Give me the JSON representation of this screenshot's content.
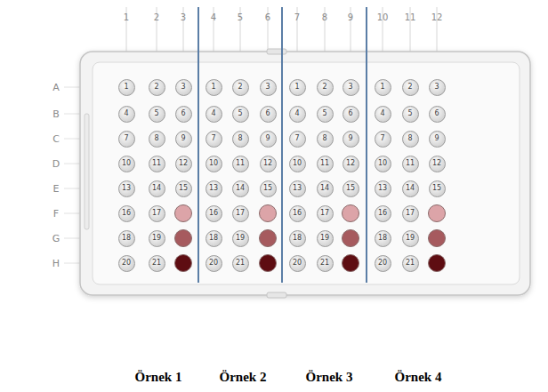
{
  "diagram": {
    "nodes": [
      {
        "text": [
          "1"
        ]
      },
      {
        "text": [
          "2"
        ]
      },
      {
        "text": [
          "3"
        ]
      },
      {
        "text": [
          "1"
        ]
      },
      {
        "text": [
          "2"
        ]
      },
      {
        "text": [
          "3"
        ]
      },
      {
        "text": [
          "1"
        ]
      },
      {
        "text": [
          "2"
        ]
      },
      {
        "text": [
          "3"
        ]
      },
      {
        "text": [
          "1"
        ]
      },
      {
        "text": [
          "2"
        ]
      },
      {
        "text": [
          "3"
        ]
      },
      {
        "text": [
          "4"
        ]
      },
      {
        "text": [
          "5"
        ]
      },
      {
        "text": [
          "6"
        ]
      },
      {
        "text": [
          "4"
        ]
      },
      {
        "text": [
          "5"
        ]
      },
      {
        "text": [
          "6"
        ]
      },
      {
        "text": [
          "4"
        ]
      },
      {
        "text": [
          "5"
        ]
      },
      {
        "text": [
          "6"
        ]
      },
      {
        "text": [
          "4"
        ]
      },
      {
        "text": [
          "5"
        ]
      },
      {
        "text": [
          "6"
        ]
      },
      {
        "text": [
          "7"
        ]
      },
      {
        "text": [
          "8"
        ]
      },
      {
        "text": [
          "9"
        ]
      },
      {
        "text": [
          "7"
        ]
      },
      {
        "text": [
          "8"
        ]
      },
      {
        "text": [
          "9"
        ]
      },
      {
        "text": [
          "7"
        ]
      },
      {
        "text": [
          "8"
        ]
      },
      {
        "text": [
          "9"
        ]
      },
      {
        "text": [
          "7"
        ]
      },
      {
        "text": [
          "8"
        ]
      },
      {
        "text": [
          "9"
        ]
      },
      {
        "text": [
          "10"
        ]
      },
      {
        "text": [
          "11"
        ]
      },
      {
        "text": [
          "12"
        ]
      },
      {
        "text": [
          "10"
        ]
      },
      {
        "text": [
          "11"
        ]
      },
      {
        "text": [
          "12"
        ]
      },
      {
        "text": [
          "10"
        ]
      },
      {
        "text": [
          "11"
        ]
      },
      {
        "text": [
          "12"
        ]
      },
      {
        "text": [
          "10"
        ]
      },
      {
        "text": [
          "11"
        ]
      },
      {
        "text": [
          "12"
        ]
      },
      {
        "text": [
          "13"
        ]
      },
      {
        "text": [
          "14"
        ]
      },
      {
        "text": [
          "15"
        ]
      },
      {
        "text": [
          "13"
        ]
      },
      {
        "text": [
          "14"
        ]
      },
      {
        "text": [
          "15"
        ]
      },
      {
        "text": [
          "13"
        ]
      },
      {
        "text": [
          "14"
        ]
      },
      {
        "text": [
          "15"
        ]
      },
      {
        "text": [
          "13"
        ]
      },
      {
        "text": [
          "14"
        ]
      },
      {
        "text": [
          "15"
        ]
      },
      {
        "text": [
          "16"
        ]
      },
      {
        "text": [
          "17"
        ]
      },
      {
        "text": [
          "16"
        ]
      },
      {
        "text": [
          "17"
        ]
      },
      {
        "text": [
          "16"
        ]
      },
      {
        "text": [
          "17"
        ]
      },
      {
        "text": [
          "16"
        ]
      },
      {
        "text": [
          "17"
        ]
      },
      {
        "text": [
          "18"
        ]
      },
      {
        "text": [
          "19"
        ]
      },
      {
        "text": [
          "18"
        ]
      },
      {
        "text": [
          "19"
        ]
      },
      {
        "text": [
          "18"
        ]
      },
      {
        "text": [
          "19"
        ]
      },
      {
        "text": [
          "18"
        ]
      },
      {
        "text": [
          "19"
        ]
      },
      {
        "text": [
          "20"
        ]
      },
      {
        "text": [
          "21"
        ]
      },
      {
        "text": [
          "20"
        ]
      },
      {
        "text": [
          "21"
        ]
      },
      {
        "text": [
          "20"
        ]
      },
      {
        "text": [
          "21"
        ]
      },
      {
        "text": [
          "20"
        ]
      },
      {
        "text": [
          "21"
        ]
      }
    ],
    "labels": [
      "1",
      "2",
      "3",
      "4",
      "5",
      "6",
      "7",
      "8",
      "9",
      "10",
      "11",
      "12",
      "A",
      "B",
      "C",
      "D",
      "E",
      "F",
      "G",
      "H",
      "Örnek 1",
      "Örnek 2",
      "Örnek 3",
      "Örnek 4"
    ]
  }
}
